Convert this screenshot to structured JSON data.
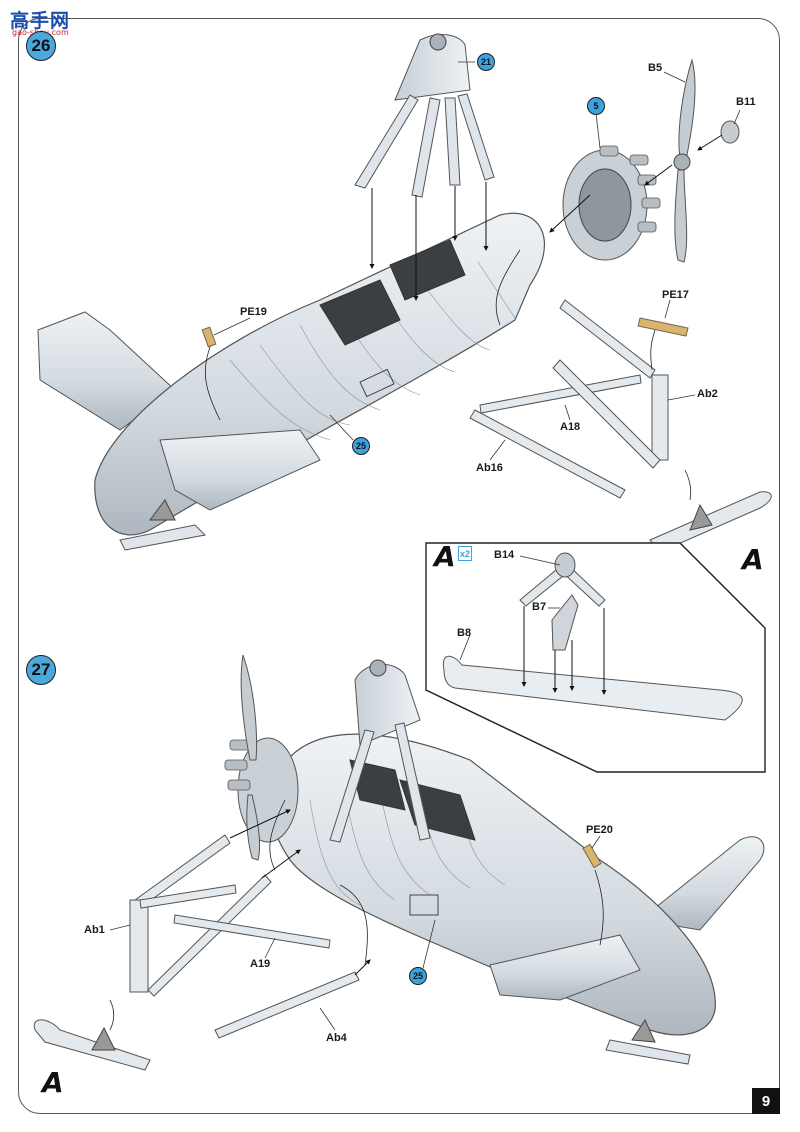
{
  "watermark": {
    "main": "高手网",
    "sub": "gao-shou.com"
  },
  "steps": {
    "first": "26",
    "second": "27"
  },
  "refs": {
    "r21": "21",
    "r5": "5",
    "r25a": "25",
    "r25b": "25"
  },
  "labels": {
    "B5": "B5",
    "B11": "B11",
    "PE19": "PE19",
    "PE17": "PE17",
    "Ab2": "Ab2",
    "A18": "A18",
    "Ab16": "Ab16",
    "B14": "B14",
    "B7": "B7",
    "B8": "B8",
    "PE20": "PE20",
    "Ab1": "Ab1",
    "A19": "A19",
    "Ab4": "Ab4"
  },
  "views": {
    "a1": "A",
    "a2": "A",
    "a3": "A"
  },
  "quantity": "x2",
  "page_number": "9"
}
